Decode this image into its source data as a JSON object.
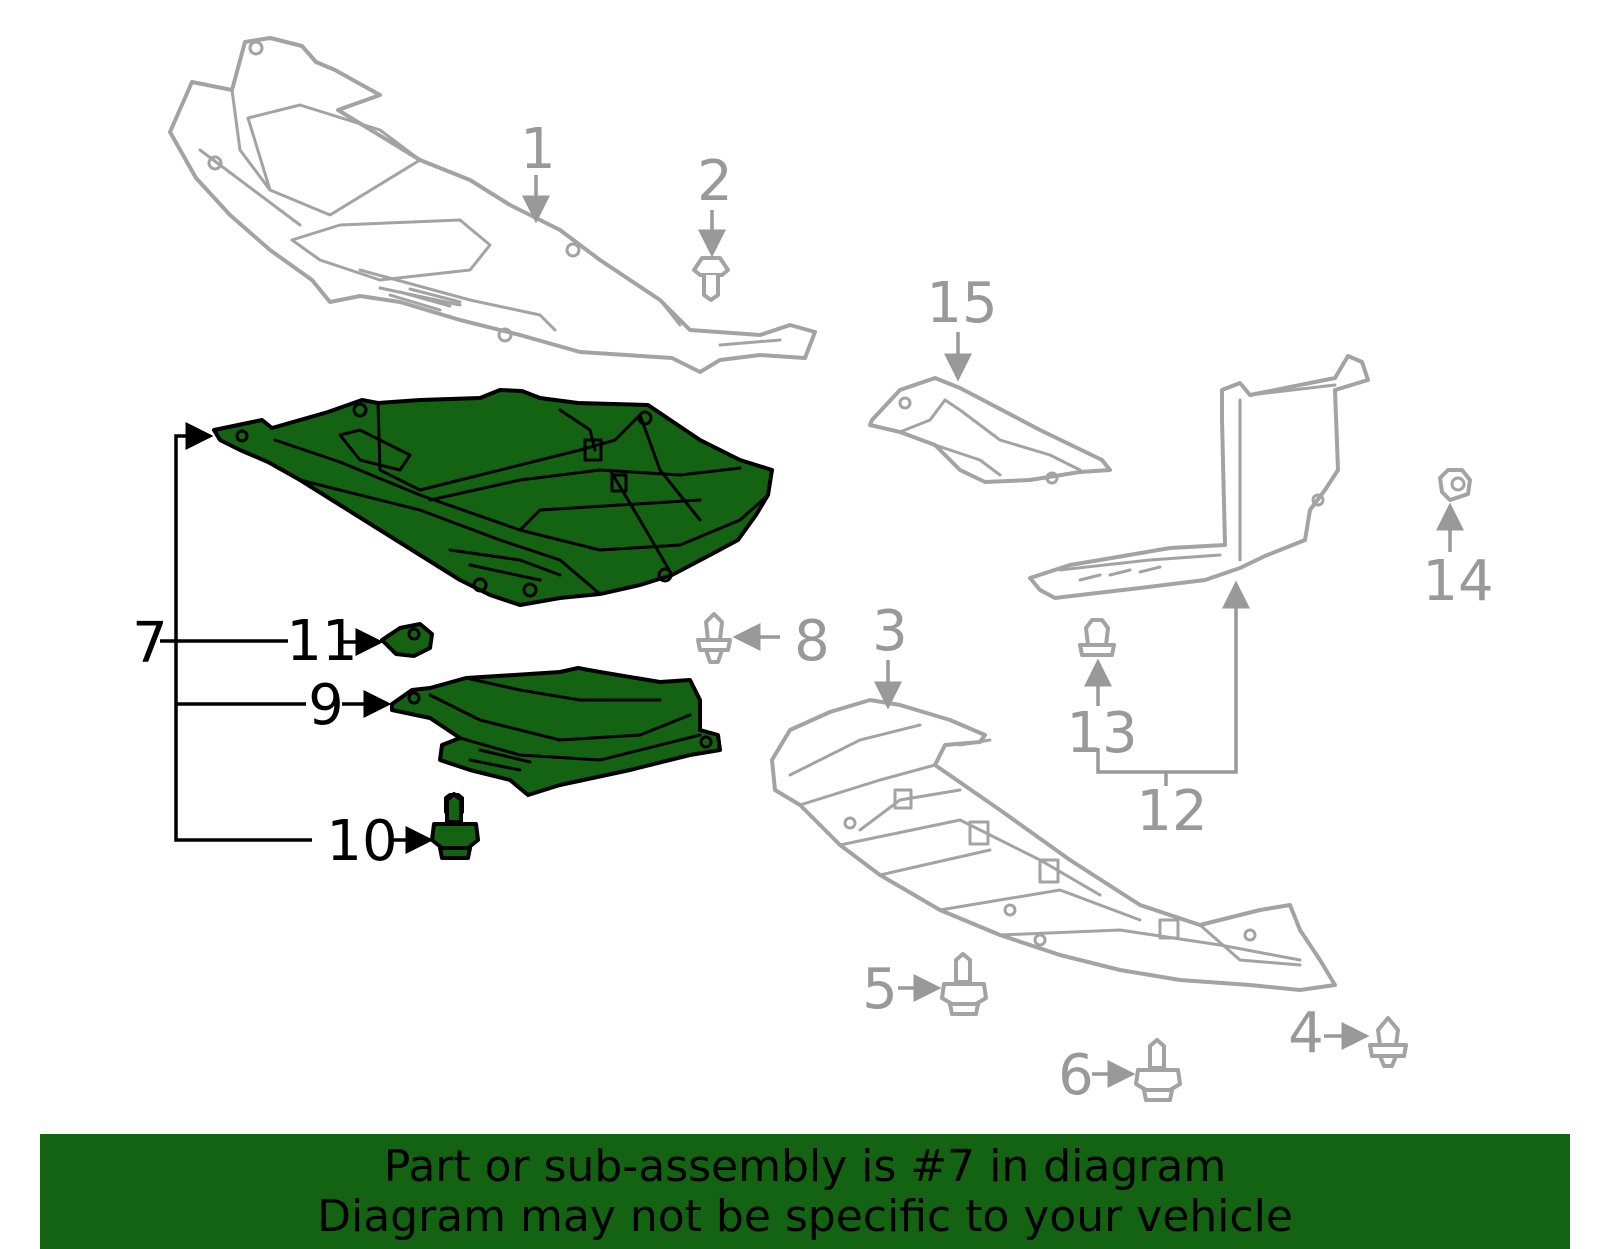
{
  "colors": {
    "highlight": "#136313",
    "banner_background": "#136313",
    "gray_parts": "#a3a3a3",
    "gray_text": "#999999",
    "text_black": "#000000"
  },
  "callouts": {
    "c1": "1",
    "c2": "2",
    "c3": "3",
    "c4": "4",
    "c5": "5",
    "c6": "6",
    "c7": "7",
    "c8": "8",
    "c9": "9",
    "c10": "10",
    "c11": "11",
    "c12": "12",
    "c13": "13",
    "c14": "14",
    "c15": "15"
  },
  "highlighted_callout": "7",
  "banner": {
    "line1": "Part or sub-assembly is #7 in diagram",
    "line2": "Diagram may not be specific to your vehicle"
  }
}
